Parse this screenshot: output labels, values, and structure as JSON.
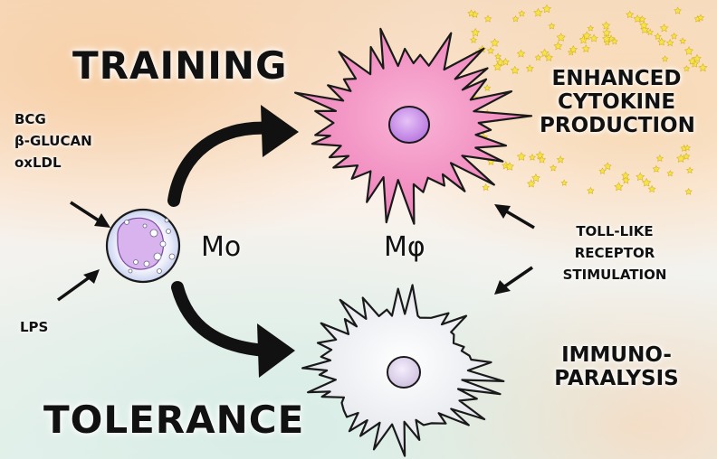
{
  "title_training": "TRAINING",
  "title_tolerance": "TOLERANCE",
  "stimuli_top": [
    "BCG",
    "β-GLUCAN",
    "oxLDL"
  ],
  "stimulus_bottom": "LPS",
  "monocyte_label": "Mo",
  "macrophage_label": "Mφ",
  "outcome_top": [
    "ENHANCED",
    "CYTOKINE",
    "PRODUCTION"
  ],
  "outcome_bottom": [
    "IMMUNO-",
    "PARALYSIS"
  ],
  "tlr_label": [
    "TOLL-LIKE",
    "RECEPTOR",
    "STIMULATION"
  ],
  "colors": {
    "trained_cell": "#f28ac0",
    "tolerant_cell": "#f3f4f7",
    "nucleus": "#d9a6ee",
    "cytokine": "#f6e34a"
  }
}
